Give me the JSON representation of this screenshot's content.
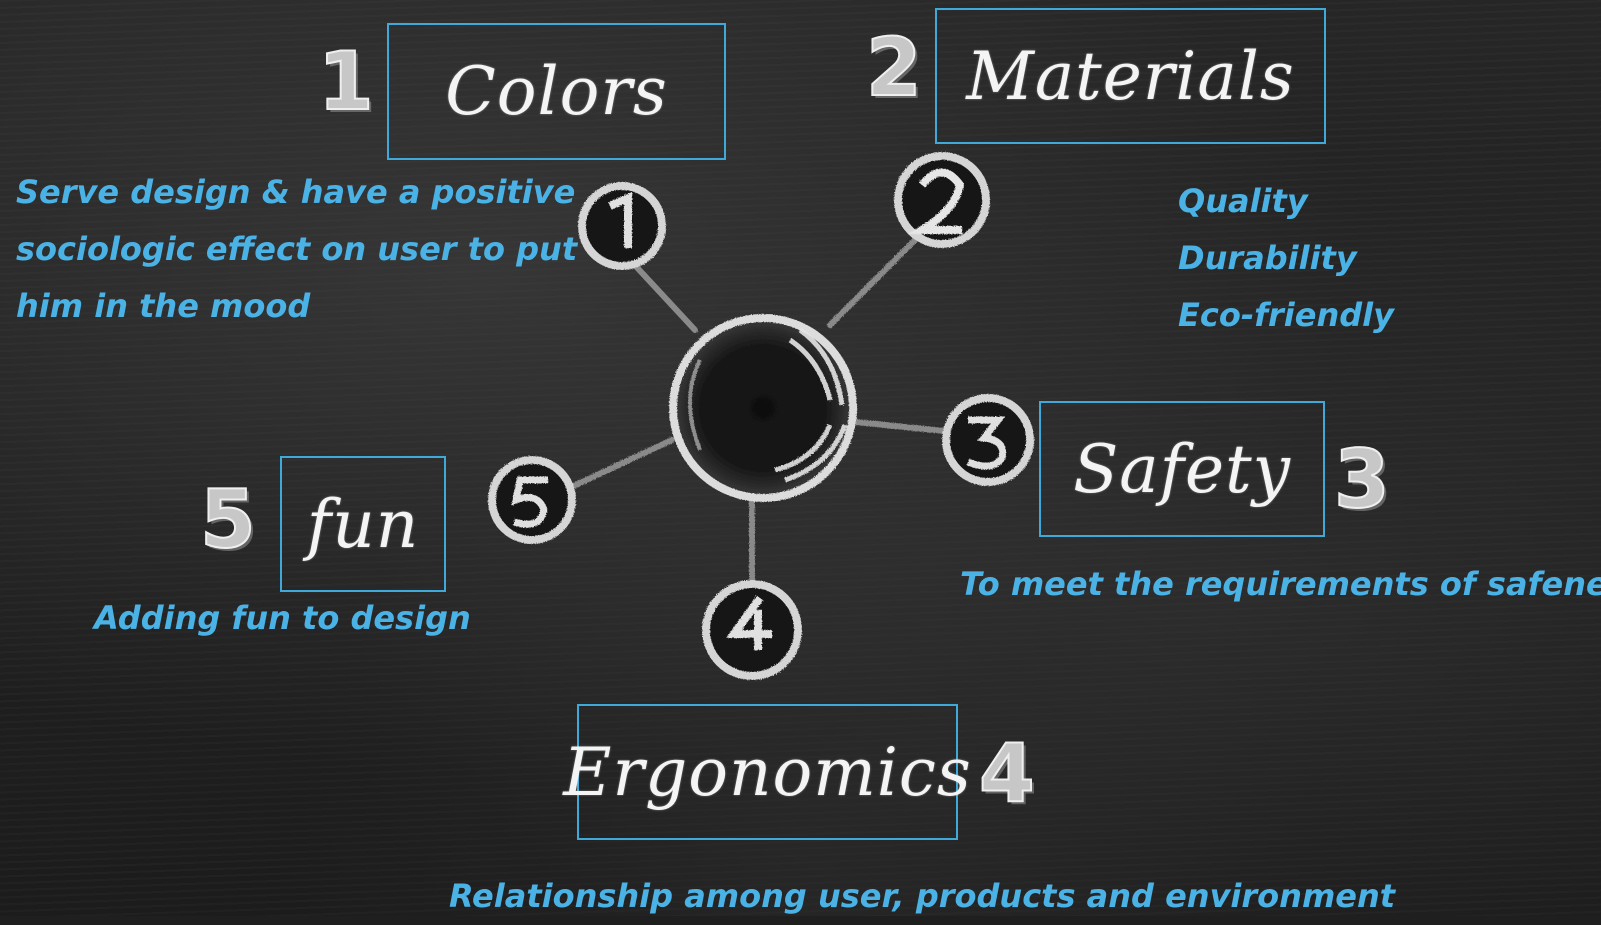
{
  "nodes": [
    {
      "number": "1",
      "title": "Colors",
      "description_lines": [
        "Serve design & have a positive",
        "sociologic effect on user to put",
        "him in the mood"
      ]
    },
    {
      "number": "2",
      "title": "Materials",
      "description_items": [
        "Quality",
        "Durability",
        "Eco-friendly"
      ]
    },
    {
      "number": "3",
      "title": "Safety",
      "description": "To meet the requirements of safeness"
    },
    {
      "number": "4",
      "title": "Ergonomics",
      "description": "Relationship among user, products and environment"
    },
    {
      "number": "5",
      "title": "fun",
      "description": "Adding fun to design"
    }
  ],
  "colors": {
    "accent": "#3fa9d9",
    "text_blue": "#4bb2e6",
    "chalk": "#f4f4f4",
    "board": "#1f1f1f"
  },
  "icons": {
    "hub": "chalk-hub-icon",
    "node_1": "chalk-number-1-icon",
    "node_2": "chalk-number-2-icon",
    "node_3": "chalk-number-3-icon",
    "node_4": "chalk-number-4-icon",
    "node_5": "chalk-number-5-icon"
  }
}
